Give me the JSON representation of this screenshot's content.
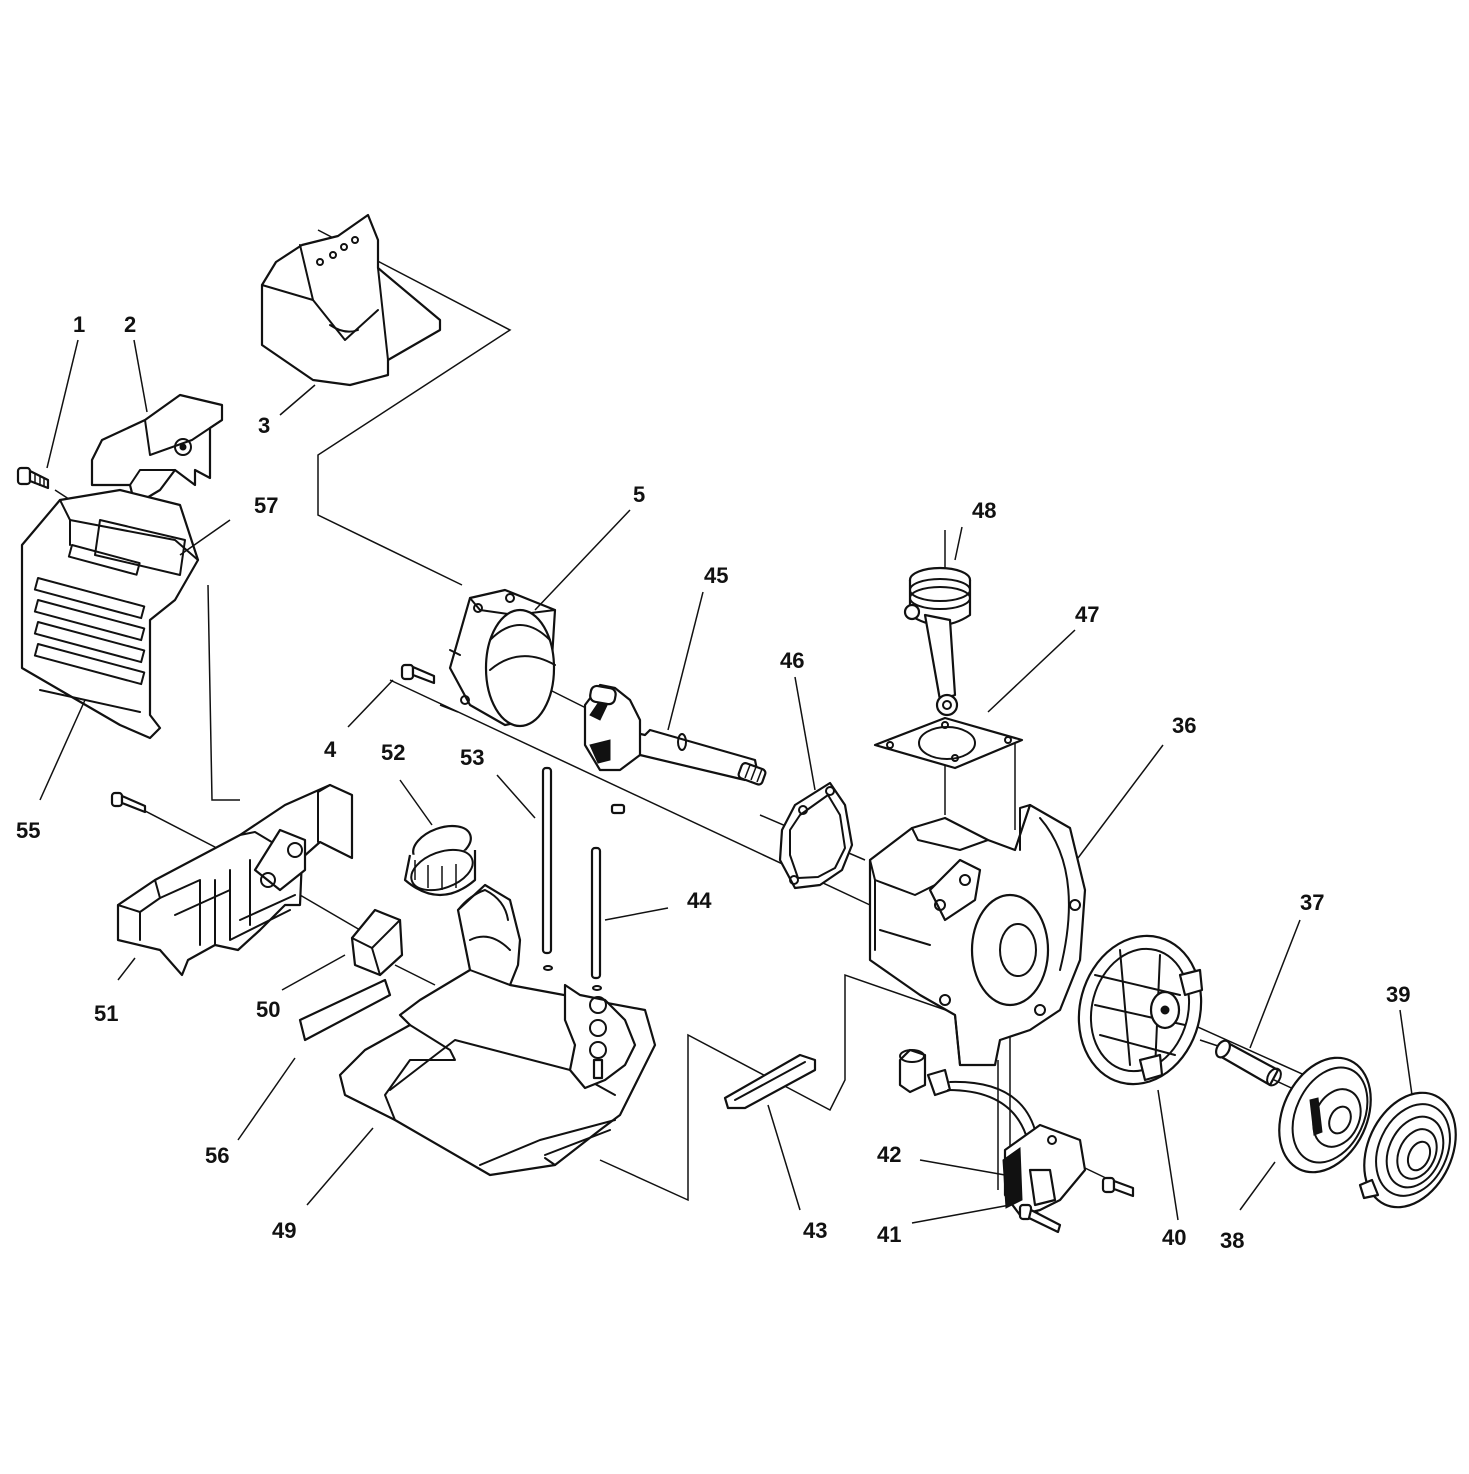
{
  "diagram": {
    "background": "#ffffff",
    "ink": "#111111",
    "callouts": {
      "c1": "1",
      "c2": "2",
      "c3": "3",
      "c4": "4",
      "c5": "5",
      "c36": "36",
      "c37": "37",
      "c38": "38",
      "c39": "39",
      "c40": "40",
      "c41": "41",
      "c42": "42",
      "c43": "43",
      "c44": "44",
      "c45": "45",
      "c46": "46",
      "c47": "47",
      "c48": "48",
      "c49": "49",
      "c50": "50",
      "c51": "51",
      "c52": "52",
      "c53": "53",
      "c55": "55",
      "c56": "56",
      "c57": "57"
    }
  }
}
